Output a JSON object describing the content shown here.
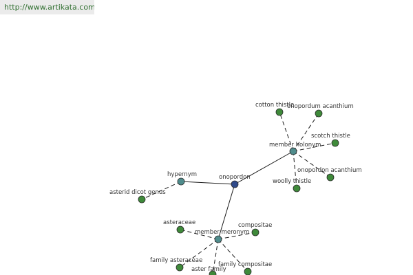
{
  "header": {
    "site_link": "http://www.artikata.com"
  },
  "graph": {
    "colors": {
      "center_node": "#2f4a8a",
      "relation_node": "#4f8c8c",
      "leaf_node": "#3f8a3a",
      "node_stroke": "#2b2b2b",
      "edge": "#1a1a1a",
      "label": "#333333"
    },
    "center": {
      "label": "onopordon"
    },
    "relations": [
      {
        "id": "hypernym",
        "label": "hypernym"
      },
      {
        "id": "member-holonym",
        "label": "member holonym"
      },
      {
        "id": "member-meronym",
        "label": "member meronym"
      }
    ],
    "leaves": [
      {
        "id": "asterid-dicot-genus",
        "label": "asterid dicot genus",
        "relation": "hypernym"
      },
      {
        "id": "cotton-thistle",
        "label": "cotton thistle",
        "relation": "member-holonym"
      },
      {
        "id": "onopordum-acanthium-1",
        "label": "onopordum acanthium",
        "relation": "member-holonym"
      },
      {
        "id": "scotch-thistle",
        "label": "scotch thistle",
        "relation": "member-holonym"
      },
      {
        "id": "onopordon-acanthium",
        "label": "onopordon acanthium",
        "relation": "member-holonym"
      },
      {
        "id": "woolly-thistle",
        "label": "woolly thistle",
        "relation": "member-holonym"
      },
      {
        "id": "asteraceae",
        "label": "asteraceae",
        "relation": "member-meronym"
      },
      {
        "id": "compositae",
        "label": "compositae",
        "relation": "member-meronym"
      },
      {
        "id": "family-asteraceae",
        "label": "family asteraceae",
        "relation": "member-meronym"
      },
      {
        "id": "aster-family",
        "label": "aster family",
        "relation": "member-meronym"
      },
      {
        "id": "family-compositae",
        "label": "family compositae",
        "relation": "member-meronym"
      }
    ]
  }
}
